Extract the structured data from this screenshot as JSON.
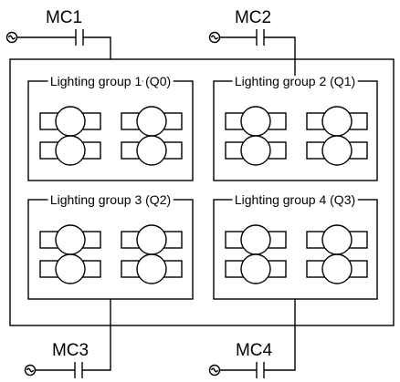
{
  "contactors": {
    "mc1": "MC1",
    "mc2": "MC2",
    "mc3": "MC3",
    "mc4": "MC4"
  },
  "groups": {
    "g1": "Lighting group 1 (Q0)",
    "g2": "Lighting group 2 (Q1)",
    "g3": "Lighting group 3 (Q2)",
    "g4": "Lighting group 4 (Q3)"
  },
  "colors": {
    "line": "#000000",
    "background": "#ffffff"
  }
}
